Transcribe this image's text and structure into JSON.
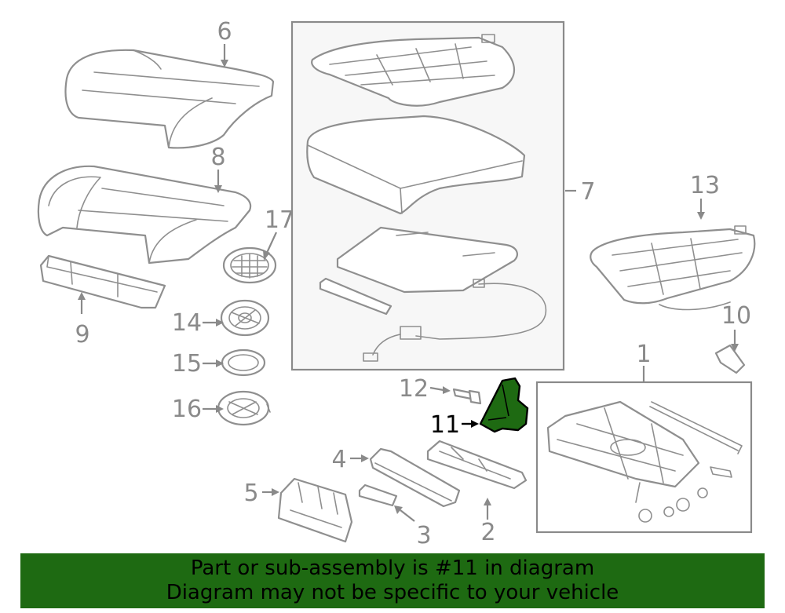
{
  "labels": {
    "p1": "1",
    "p2": "2",
    "p3": "3",
    "p4": "4",
    "p5": "5",
    "p6": "6",
    "p7": "7",
    "p8": "8",
    "p9": "9",
    "p10": "10",
    "p11": "11",
    "p12": "12",
    "p13": "13",
    "p14": "14",
    "p15": "15",
    "p16": "16",
    "p17": "17"
  },
  "highlight": {
    "part": "11",
    "color": "#1e6a12"
  },
  "banner": {
    "line1": "Part or sub-assembly is #11 in diagram",
    "line2": "Diagram may not be specific to your vehicle",
    "color": "#1e6a12"
  }
}
